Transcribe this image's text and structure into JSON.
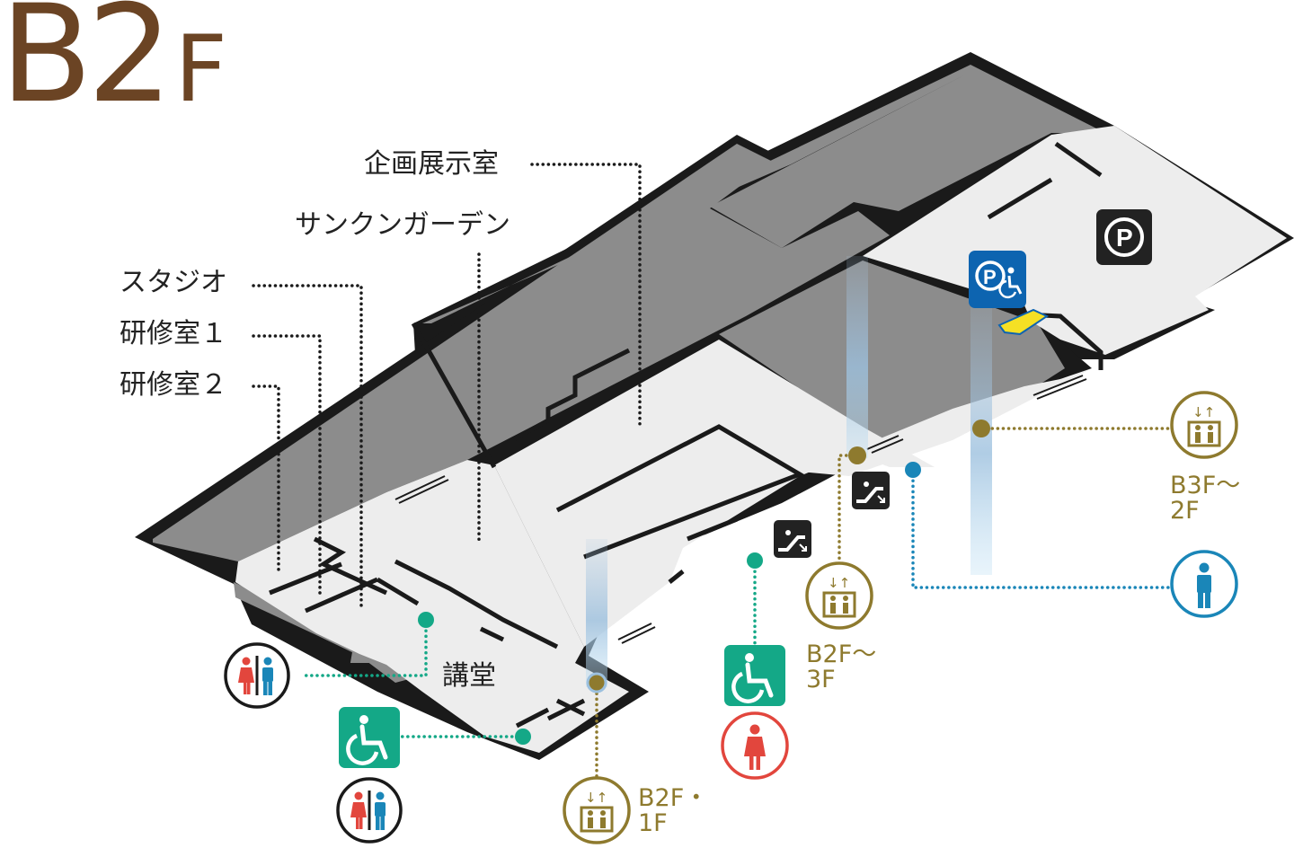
{
  "floor": {
    "main": "B2",
    "suffix": "F"
  },
  "rooms": {
    "exhibition": "企画展示室",
    "sunken_garden": "サンクンガーデン",
    "studio": "スタジオ",
    "training_room_1": "研修室１",
    "training_room_2": "研修室２",
    "auditorium": "講堂"
  },
  "elevators": [
    {
      "label": "B3F～\n2F"
    },
    {
      "label": "B2F～\n3F"
    },
    {
      "label": "B2F・\n1F"
    }
  ],
  "colors": {
    "title": "#6b4424",
    "dark_floor": "#8c8c8c",
    "light_floor": "#ededed",
    "wall": "#1a1a1a",
    "accessible_green": "#14a887",
    "elevator_gold": "#8e7a2e",
    "male_blue": "#1a86b8",
    "female_red": "#e2463d",
    "parking_blue": "#0d64b0",
    "guide_yellow": "#f5e024"
  },
  "icons": [
    "parking-icon",
    "accessible-parking-icon",
    "elevator-icon",
    "escalator-icon",
    "wheelchair-icon",
    "male-restroom-icon",
    "female-restroom-icon",
    "unisex-restroom-icon"
  ]
}
